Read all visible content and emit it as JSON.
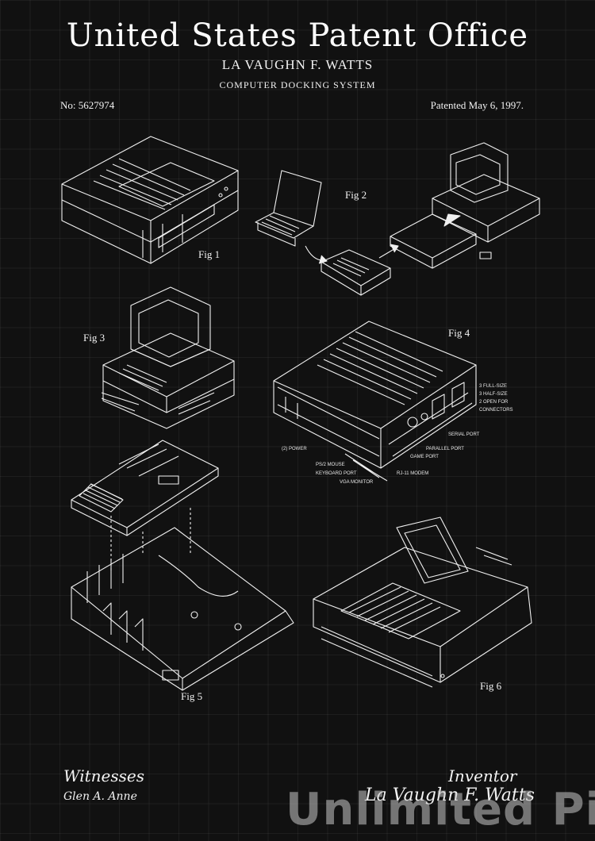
{
  "header": {
    "title": "United States Patent Office",
    "inventor": "LA VAUGHN F. WATTS",
    "subtitle": "COMPUTER DOCKING SYSTEM",
    "patent_no": "No: 5627974",
    "patent_date": "Patented May 6, 1997."
  },
  "figures": {
    "fig1": "Fig 1",
    "fig2": "Fig 2",
    "fig3": "Fig 3",
    "fig4": "Fig 4",
    "fig5": "Fig 5",
    "fig6": "Fig 6"
  },
  "fig4_notes": {
    "n1": "3 FULL-SIZE",
    "n2": "3 HALF-SIZE",
    "n3": "2 OPEN FOR",
    "n4": "CONNECTORS",
    "n5": "SERIAL PORT",
    "n6": "PARALLEL PORT",
    "n7": "GAME PORT",
    "n8": "RJ-11 MODEM",
    "n9": "PS/2 MOUSE",
    "n10": "KEYBOARD PORT",
    "n11": "VGA MONITOR",
    "n12": "(2) POWER"
  },
  "footer": {
    "witnesses_label": "Witnesses",
    "witness_signature": "Glen A. Anne",
    "inventor_label": "Inventor",
    "inventor_signature": "La Vaughn F. Watts",
    "watermark": "Unlimited Pixel"
  },
  "colors": {
    "background": "#111111",
    "ink": "#f2f2f2"
  }
}
